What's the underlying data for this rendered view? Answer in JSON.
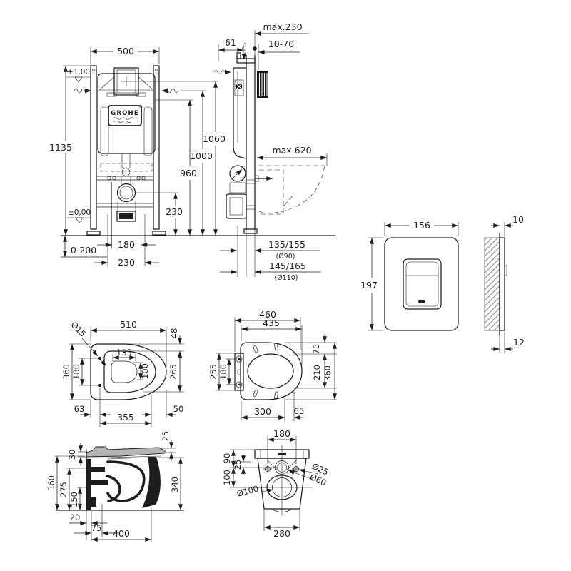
{
  "brand": "GROHE",
  "colors": {
    "line": "#1d1d1d",
    "background": "#ffffff",
    "section_grey": "#b5b5b5"
  },
  "frame_front": {
    "width": "500",
    "height": "1135",
    "level_top": "+1,00",
    "level_floor": "±0,00",
    "floor_adjust": "0-200",
    "bolt_spacing": "180",
    "outlet_offset": "230",
    "outlet_height": "230",
    "h_960": "960",
    "h_1000": "1000",
    "h_1060": "1060"
  },
  "frame_side": {
    "top_offset": "61",
    "wall_clearance": "max.230",
    "bracket_range": "10-70",
    "bowl_depth": "max.620",
    "drain_offset_a": "135/155",
    "drain_dia_a": "(Ø90)",
    "drain_offset_b": "145/165",
    "drain_dia_b": "(Ø110)"
  },
  "flush_plate": {
    "width": "156",
    "height": "197",
    "depth_top": "10",
    "depth_bottom": "12"
  },
  "bowl_top": {
    "length": "510",
    "rim_gap": "48",
    "hole_dia": "Ø15",
    "width": "360",
    "hole_spacing": "180",
    "opening_width": "135",
    "opening_depth": "100",
    "rim_length": "265",
    "rear_offset": "63",
    "hole_to_front": "355",
    "front_gap": "50"
  },
  "seat_top": {
    "length": "460",
    "lid_length": "435",
    "hinge_width": "255",
    "hinge_spacing": "180",
    "rim_gap": "75",
    "opening_length": "210",
    "width": "360",
    "opening_offset": "300",
    "front_offset": "65"
  },
  "bowl_side": {
    "lid_thickness": "30",
    "seat_rise": "25",
    "height": "360",
    "rim_height": "275",
    "inlet_height": "150",
    "front_height": "340",
    "wall_gap": "20",
    "fixing_offset": "75",
    "depth": "400"
  },
  "bowl_back": {
    "bolt_spacing": "180",
    "top_gap": "90",
    "bolt_gap": "25",
    "inlet_gap": "100",
    "bolt_dia": "Ø25",
    "inlet_dia": "Ø60",
    "drain_dia": "Ø100",
    "width": "280"
  }
}
